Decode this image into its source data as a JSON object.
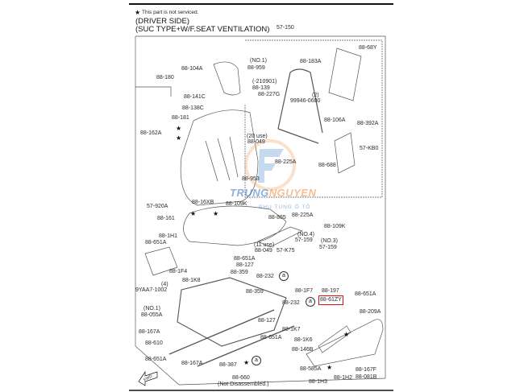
{
  "header": {
    "note": "This part is not serviced.",
    "title_line1": "(DRIVER SIDE)",
    "title_line2": "(SUC TYPE+W/F.SEAT VENTILATION)",
    "star": "★"
  },
  "watermark": {
    "brand_a": "TRUNG",
    "brand_b": "NGUYEN",
    "tagline": "PHỤ TÙNG Ô TÔ"
  },
  "highlight_color": "#e01010",
  "circle_ref": "a",
  "front_arrow": "FWD",
  "labels": [
    "57-150",
    "88-68Y",
    "(NO.1)",
    "88-959",
    "88-183A",
    "88-104A",
    "88-180",
    "(-210901)",
    "88-139",
    "88-227G",
    "(2)",
    "99946-0600",
    "88-141C",
    "88-138C",
    "88-181",
    "88-162A",
    "88-106A",
    "88-392A",
    "(20 use)",
    "88-049",
    "57-KB0",
    "88-225A",
    "88-688",
    "88-953",
    "57-920A",
    "88-16XB",
    "88-109K",
    "88-225A",
    "88-109K",
    "88-865",
    "88-161",
    "88-1H1",
    "88-651A",
    "(11 use)",
    "88-049",
    "57-K75",
    "(NO.4)",
    "57-159",
    "(NO.3)",
    "57-159",
    "88-651A",
    "88-127",
    "88-1F4",
    "88-359",
    "88-1K8",
    "88-232",
    "(4)",
    "9YAA7-1002",
    "88-359",
    "88-1F7",
    "88-197",
    "88-651A",
    "88-61ZY",
    "88-232",
    "(NO.1)",
    "88-055A",
    "88-209A",
    "88-127",
    "88-1K7",
    "88-167A",
    "88-651A",
    "88-610",
    "88-1K6",
    "88-146B",
    "88-651A",
    "88-167A",
    "88-387",
    "88-585A",
    "88-1H2",
    "88-167F",
    "88-081B",
    "88-660",
    "(Not Disassembled.)",
    "88-1H3"
  ]
}
